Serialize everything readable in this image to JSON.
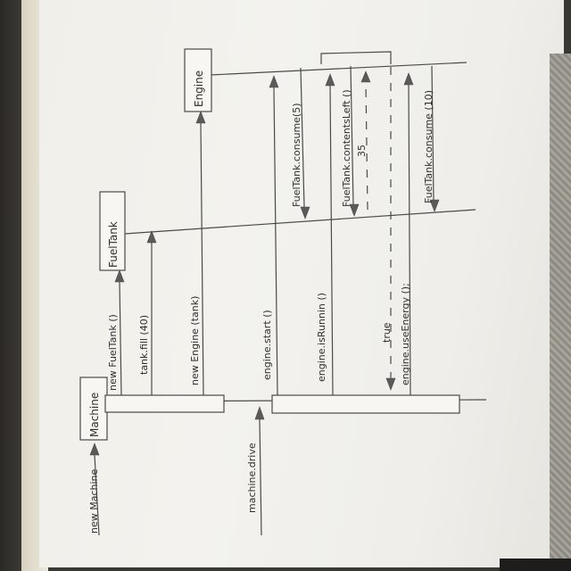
{
  "participants": {
    "machine": "Machine",
    "fueltank": "FuelTank",
    "engine": "Engine"
  },
  "messages": {
    "new_machine": "new Machine",
    "new_fueltank": "new FuelTank ()",
    "tank_fill": "tank.fill (40)",
    "new_engine": "new Engine (tank)",
    "machine_drive": "machine.drive",
    "engine_start": "engine.start ()",
    "engine_isrunning": "engine.isRunnin ()",
    "use_energy": "engine.useEnergy ();",
    "return_true": "true",
    "consume5": "FuelTank.consume(5)",
    "contents_left": "FuelTank.contentsLeft ()",
    "return_35": "35",
    "consume10": "FuelTank.consume (10)"
  }
}
